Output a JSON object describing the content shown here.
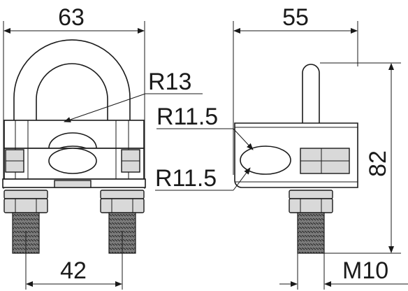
{
  "dimensions": {
    "width_total": "63",
    "depth": "55",
    "radius_bow": "R13",
    "radius_upper": "R11.5",
    "radius_lower": "R11.5",
    "bolt_spacing": "42",
    "height": "82",
    "thread": "M10"
  }
}
